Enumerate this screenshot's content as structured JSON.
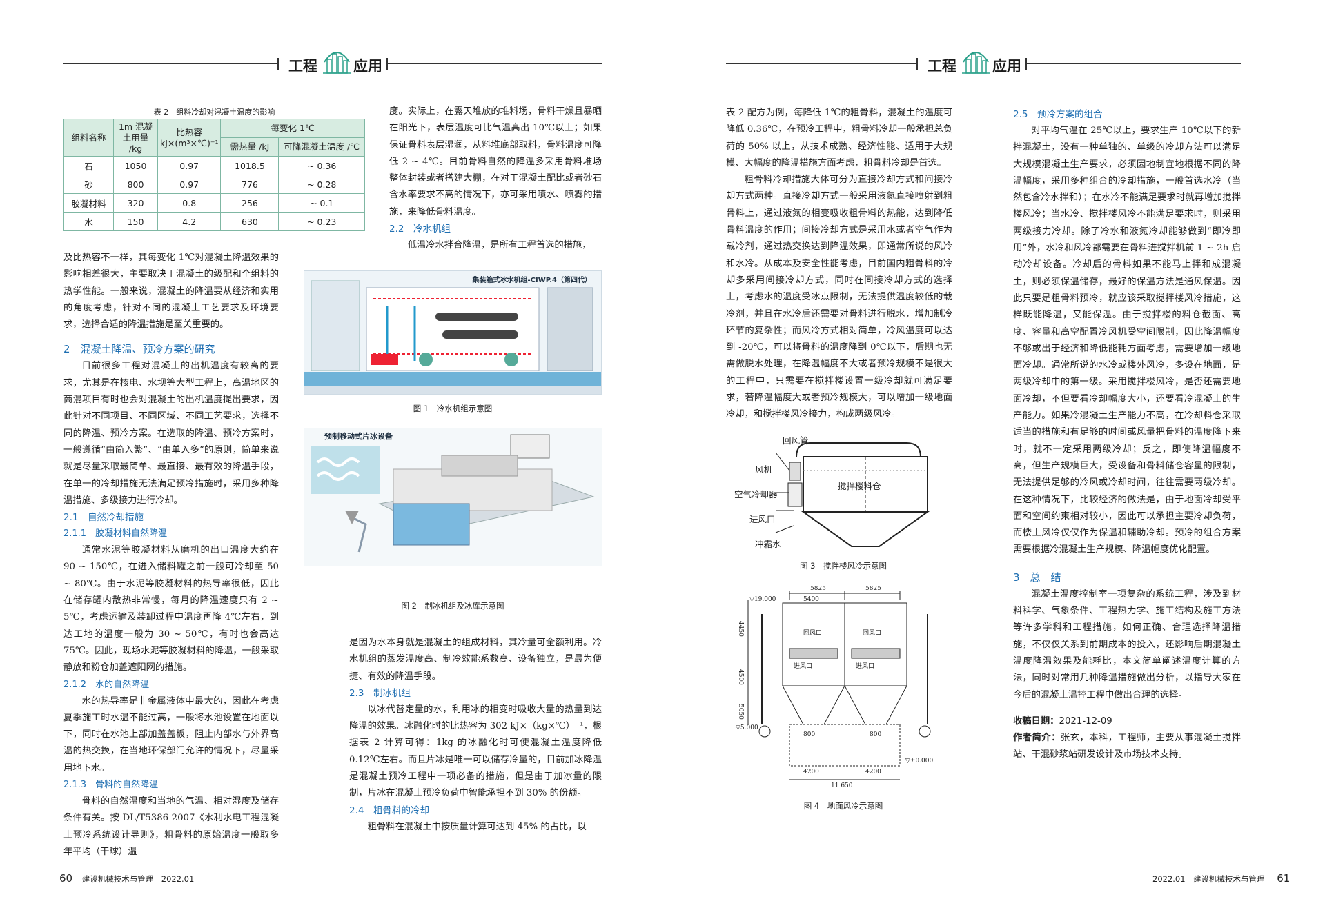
{
  "header": {
    "left": "工程",
    "right": "应用"
  },
  "left_page": {
    "table": {
      "caption": "表 2　组料冷却对混凝土温度的影响",
      "headers": {
        "name": "组料名称",
        "amount": "1m 混凝土用量 /kg",
        "heat_capacity": "比热容 kJ×(m³×℃)⁻¹",
        "per_change": "每变化 1℃",
        "heat_needed": "需热量 /kJ",
        "temp_drop": "可降混凝土温度 /℃"
      },
      "rows": [
        {
          "name": "石",
          "amount": "1050",
          "hc": "0.97",
          "heat": "1018.5",
          "drop": "~ 0.36"
        },
        {
          "name": "砂",
          "amount": "800",
          "hc": "0.97",
          "heat": "776",
          "drop": "~ 0.28"
        },
        {
          "name": "胶凝材料",
          "amount": "320",
          "hc": "0.8",
          "heat": "256",
          "drop": "~ 0.1"
        },
        {
          "name": "水",
          "amount": "150",
          "hc": "4.2",
          "heat": "630",
          "drop": "~ 0.23"
        }
      ]
    },
    "col1_intro": "及比热容不一样，其每变化 1℃对混凝土降温效果的影响相差很大，主要取决于混凝土的级配和个组料的热学性能。一般来说，混凝土的降温要从经济和实用的角度考虑，针对不同的混凝土工艺要求及环境要求，选择合适的降温措施是至关重要的。",
    "sec2_title": "2　混凝土降温、预冷方案的研究",
    "sec2_p1": "目前很多工程对混凝土的出机温度有较高的要求，尤其是在核电、水坝等大型工程上，高温地区的商混项目有时也会对混凝土的出机温度提出要求，因此针对不同项目、不同区域、不同工艺要求，选择不同的降温、预冷方案。在选取的降温、预冷方案时，一般遵循“由简入繁”、“由单入多”的原则，简单来说就是尽量采取最简单、最直接、最有效的降温手段，在单一的冷却措施无法满足预冷措施时，采用多种降温措施、多级接力进行冷却。",
    "sec21_title": "2.1　自然冷却措施",
    "sec211_title": "2.1.1　胶凝材料自然降温",
    "sec211_p": "通常水泥等胶凝材料从磨机的出口温度大约在 90 ~ 150℃，在进入储料罐之前一般可冷却至 50 ~ 80℃。由于水泥等胶凝材料的热导率很低，因此在储存罐内散热非常慢，每月的降温速度只有 2 ~ 5℃，考虑运输及装卸过程中温度再降 4℃左右，到达工地的温度一般为 30 ~ 50℃，有时也会高达 75℃。因此，现场水泥等胶凝材料的降温，一般采取静放和粉仓加盖遮阳网的措施。",
    "sec212_title": "2.1.2　水的自然降温",
    "sec212_p": "水的热导率是非金属液体中最大的，因此在考虑夏季施工时水温不能过高，一般将水池设置在地面以下，同时在水池上部加盖盖板，阻止内部水与外界高温的热交换，在当地环保部门允许的情况下，尽量采用地下水。",
    "sec213_title": "2.1.3　骨料的自然降温",
    "sec213_p": "骨料的自然温度和当地的气温、相对湿度及储存条件有关。按 DL/T5386-2007《水利水电工程混凝土预冷系统设计导则》，粗骨料的原始温度一般取多年平均（干球）温",
    "col2_top": "度。实际上，在露天堆放的堆料场，骨料干燥且暴晒在阳光下，表层温度可比气温高出 10℃以上；如果保证骨料表层湿润，从料堆底部取料，骨料温度可降低 2 ~ 4℃。目前骨料自然的降温多采用骨料堆场整体封装或者搭建大棚，在对于混凝土配比或者砂石含水率要求不高的情况下，亦可采用喷水、喷雾的措施，来降低骨料温度。",
    "sec22_title": "2.2　冷水机组",
    "sec22_p": "低温冷水拌合降温，是所有工程首选的措施，",
    "fig1_label": "集装箱式冰水机组-CIWP.4（第四代）",
    "fig1_caption": "图 1　冷水机组示意图",
    "fig2_label": "预制移动式片冰设备",
    "fig2_caption": "图 2　制冰机组及冰库示意图",
    "col2_bottom": "是因为水本身就是混凝土的组成材料，其冷量可全额利用。冷水机组的蒸发温度高、制冷效能系数高、设备独立，是最为便捷、有效的降温手段。",
    "sec23_title": "2.3　制冰机组",
    "sec23_p": "以冰代替定量的水，利用冰的相变时吸收大量的热量到达降温的效果。冰融化时的比热容为 302 kJ×（kg×℃）⁻¹，根据表 2 计算可得：1kg 的冰融化时可使混凝土温度降低 0.12℃左右。而且片冰是唯一可以储存冷量的，目前加冰降温是混凝土预冷工程中一项必备的措施，但是由于加冰量的限制，片冰在混凝土预冷负荷中智能承担不到 30% 的份额。",
    "sec24_title": "2.4　粗骨料的冷却",
    "sec24_p": "粗骨料在混凝土中按质量计算可达到 45% 的占比，以",
    "footer_pn": "60",
    "footer_text": "建设机械技术与管理　2022.01"
  },
  "right_page": {
    "col3_p1": "表 2 配方为例，每降低 1℃的粗骨料，混凝土的温度可降低 0.36℃，在预冷工程中，粗骨料冷却一般承担总负荷的 50% 以上，从技术成熟、经济性能、适用于大规模、大幅度的降温措施方面考虑，粗骨料冷却是首选。",
    "col3_p2": "粗骨料冷却措施大体可分为直接冷却方式和间接冷却方式两种。直接冷却方式一般采用液氮直接喷射到粗骨料上，通过液氮的相变吸收粗骨料的热能，达到降低骨料温度的作用；间接冷却方式是采用水或者空气作为载冷剂，通过热交换达到降温效果，即通常所说的风冷和水冷。从成本及安全性能考虑，目前国内粗骨料的冷却多采用间接冷却方式，同时在间接冷却方式的选择上，考虑水的温度受冰点限制，无法提供温度较低的载冷剂，并且在水冷后还需要对骨料进行脱水，增加制冷环节的复杂性；而风冷方式相对简单，冷风温度可以达到 -20℃，可以将骨料的温度降到 0℃以下，后期也无需做脱水处理，在降温幅度不大或者预冷规模不是很大的工程中，只需要在搅拌楼设置一级冷却就可满足要求，若降温幅度大或者预冷规模大，可以增加一级地面冷却，和搅拌楼风冷接力，构成两级风冷。",
    "fig3": {
      "labels": {
        "return_pipe": "回风管",
        "fan": "风机",
        "air_cooler": "空气冷却器",
        "inlet": "进风口",
        "flush": "冲霜水",
        "bin": "搅拌楼料仓"
      },
      "caption": "图 3　搅拌楼风冷示意图"
    },
    "fig4": {
      "dims": {
        "w1": "5825",
        "w2": "5825",
        "w3": "5400",
        "h1": "4450",
        "h2": "4500",
        "h3": "5050",
        "d1": "800",
        "d2": "800",
        "b1": "4200",
        "b2": "4200",
        "total": "11 650"
      },
      "levels": {
        "top": "▽19.000",
        "mid": "▽5.000",
        "ground": "▽±0.000"
      },
      "labels": {
        "return1": "回风口",
        "return2": "回风口",
        "inlet1": "进风口",
        "inlet2": "进风口"
      },
      "caption": "图 4　地面风冷示意图"
    },
    "sec25_title": "2.5　预冷方案的组合",
    "sec25_p": "对平均气温在 25℃以上，要求生产 10℃以下的新拌混凝土，没有一种单独的、单级的冷却方法可以满足大规模混凝土生产要求，必须因地制宜地根据不同的降温幅度，采用多种组合的冷却措施，一般首选水冷（当然包含冷水拌和）；在水冷不能满足要求时就再增加搅拌楼风冷；当水冷、搅拌楼风冷不能满足要求时，则采用两级接力冷却。除了冷水和液氮冷却能够做到“即冷即用”外，水冷和风冷都需要在骨料进搅拌机前 1 ~ 2h 启动冷却设备。冷却后的骨料如果不能马上拌和成混凝土，则必须保温储存，最好的保温方法是通风保温。因此只要是粗骨料预冷，就应该采取搅拌楼风冷措施，这样既能降温，又能保温。由于搅拌楼的料仓截面、高度、容量和高空配置冷风机受空间限制，因此降温幅度不够或出于经济和降低能耗方面考虑，需要增加一级地面冷却。通常所说的水冷或楼外风冷，多设在地面，是两级冷却中的第一级。采用搅拌楼风冷，是否还需要地面冷却，不但要看冷却幅度大小，还要看冷混凝土的生产能力。如果冷混凝土生产能力不高，在冷却料仓采取适当的措施和有足够的时间或风量把骨料的温度降下来时，就不一定采用两级冷却；反之，即使降温幅度不高，但生产规模巨大，受设备和骨料储仓容量的限制，无法提供足够的冷风或冷却时间，往往需要两级冷却。在这种情况下，比较经济的做法是，由于地面冷却受平面和空间约束相对较小，因此可以承担主要冷却负荷，而楼上风冷仅仅作为保温和辅助冷却。预冷的组合方案需要根据冷混凝土生产规模、降温幅度优化配置。",
    "sec3_title": "3　总　结",
    "sec3_p": "混凝土温度控制室一项复杂的系统工程，涉及到材料科学、气象条件、工程热力学、施工结构及施工方法等许多学科和工程措施，如何正确、合理选择降温措施，不仅仅关系到前期成本的投入，还影响后期混凝土温度降温效果及能耗比，本文简单阐述温度计算的方法，同时对常用几种降温措施做出分析，以指导大家在今后的混凝土温控工程中做出合理的选择。",
    "received_label": "收稿日期：",
    "received_date": "2021-12-09",
    "author_label": "作者简介：",
    "author_text": "张玄，本科，工程师，主要从事混凝土搅拌站、干混砂浆站研发设计及市场技术支持。",
    "footer_pn": "61",
    "footer_text": "2022.01　建设机械技术与管理"
  },
  "colors": {
    "accent": "#1f6fb2",
    "table_border": "#7fb7a3",
    "table_head": "#d7ece1"
  }
}
